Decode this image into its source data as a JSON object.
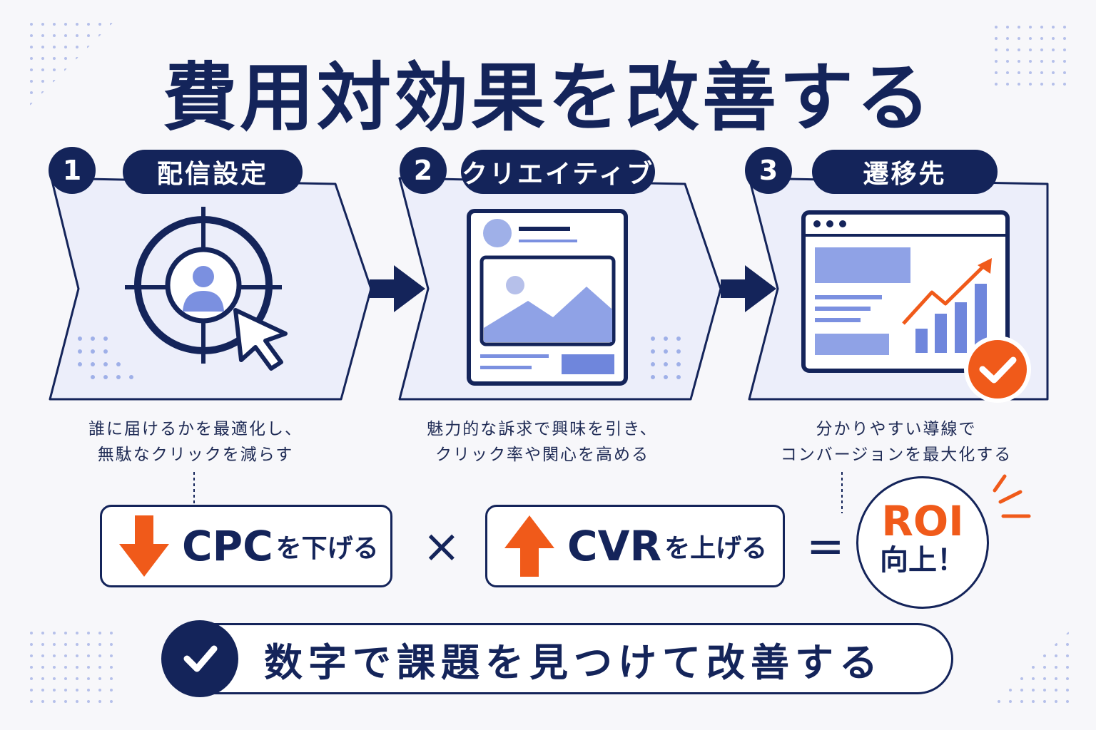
{
  "title": "費用対効果を改善する",
  "steps": [
    {
      "number": "1",
      "label": "配信設定",
      "desc_line1": "誰に届けるかを最適化し、",
      "desc_line2": "無駄なクリックを減らす"
    },
    {
      "number": "2",
      "label": "クリエイティブ",
      "desc_line1": "魅力的な訴求で興味を引き、",
      "desc_line2": "クリック率や関心を高める"
    },
    {
      "number": "3",
      "label": "遷移先",
      "desc_line1": "分かりやすい導線で",
      "desc_line2": "コンバージョンを最大化する"
    }
  ],
  "formula": {
    "cpc_big": "CPC",
    "cpc_small": "を下げる",
    "times": "×",
    "cvr_big": "CVR",
    "cvr_small": "を上げる",
    "equals": "=",
    "roi_main": "ROI",
    "roi_sub": "向上！"
  },
  "bottom_message": "数字で課題を見つけて改善する",
  "colors": {
    "navy": "#14245a",
    "accent": "#f05a1a",
    "panel": "#eceefa",
    "icon": "#7b90e0"
  }
}
